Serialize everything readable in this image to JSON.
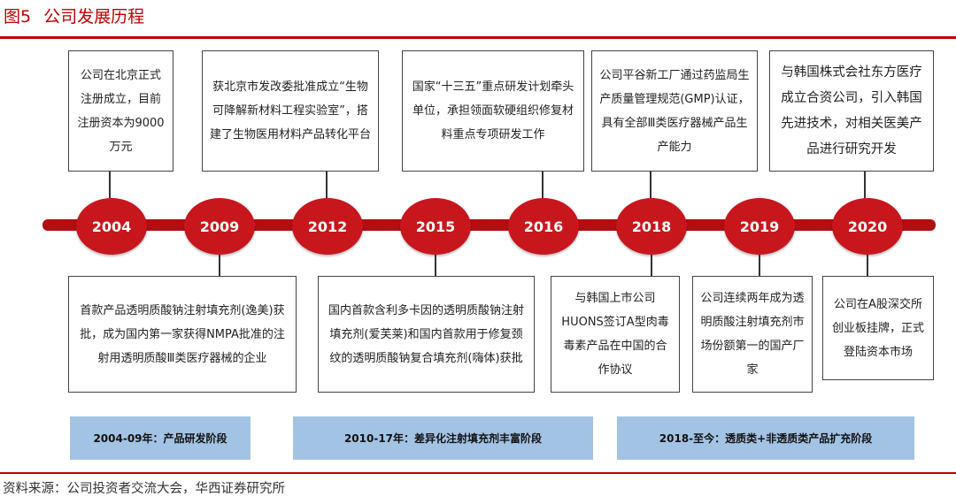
{
  "figure": {
    "number": "图5",
    "title": "公司发展历程"
  },
  "source": "资料来源：公司投资者交流大会，华西证券研究所",
  "timeline": {
    "years": [
      "2004",
      "2009",
      "2012",
      "2015",
      "2016",
      "2018",
      "2019",
      "2020"
    ]
  },
  "events_top": [
    {
      "year": "2004",
      "text": "公司在北京正式注册成立，目前注册资本为9000万元"
    },
    {
      "year": "2012",
      "text": "获北京市发改委批准成立“生物可降解新材料工程实验室”，搭建了生物医用材料产品转化平台"
    },
    {
      "year": "2016",
      "text": "国家“十三五”重点研发计划牵头单位，承担领面软硬组织修复材料重点专项研发工作"
    },
    {
      "year": "2018",
      "text": "公司平谷新工厂通过药监局生产质量管理规范(GMP)认证，具有全部Ⅲ类医疗器械产品生产能力"
    },
    {
      "year": "2020",
      "text": "与韩国株式会社东方医疗成立合资公司，引入韩国先进技术，对相关医美产品进行研究开发"
    }
  ],
  "events_bottom": [
    {
      "year": "2009",
      "text": "首款产品透明质酸钠注射填充剂(逸美)获批，成为国内第一家获得NMPA批准的注射用透明质酸Ⅲ类医疗器械的企业"
    },
    {
      "year": "2015",
      "text": "国内首款含利多卡因的透明质酸钠注射填充剂(爱芙莱)和国内首款用于修复颈纹的透明质酸钠复合填充剂(嗨体)获批"
    },
    {
      "year": "2018",
      "text": "与韩国上市公司HUONS签订A型肉毒毒素产品在中国的合作协议"
    },
    {
      "year": "2019",
      "text": "公司连续两年成为透明质酸注射填充剂市场份额第一的国产厂家"
    },
    {
      "year": "2020",
      "text": "公司在A股深交所创业板挂牌，正式登陆资本市场"
    }
  ],
  "phases": [
    {
      "label": "2004-09年：产品研发阶段"
    },
    {
      "label": "2010-17年：差异化注射填充剂丰富阶段"
    },
    {
      "label": "2018-至今：透质类+非透质类产品扩充阶段"
    }
  ],
  "colors": {
    "accent_red": "#c00000",
    "node_red": "#c8161d",
    "bar_red": "#b10f12",
    "phase_blue": "#a3c3e4"
  }
}
